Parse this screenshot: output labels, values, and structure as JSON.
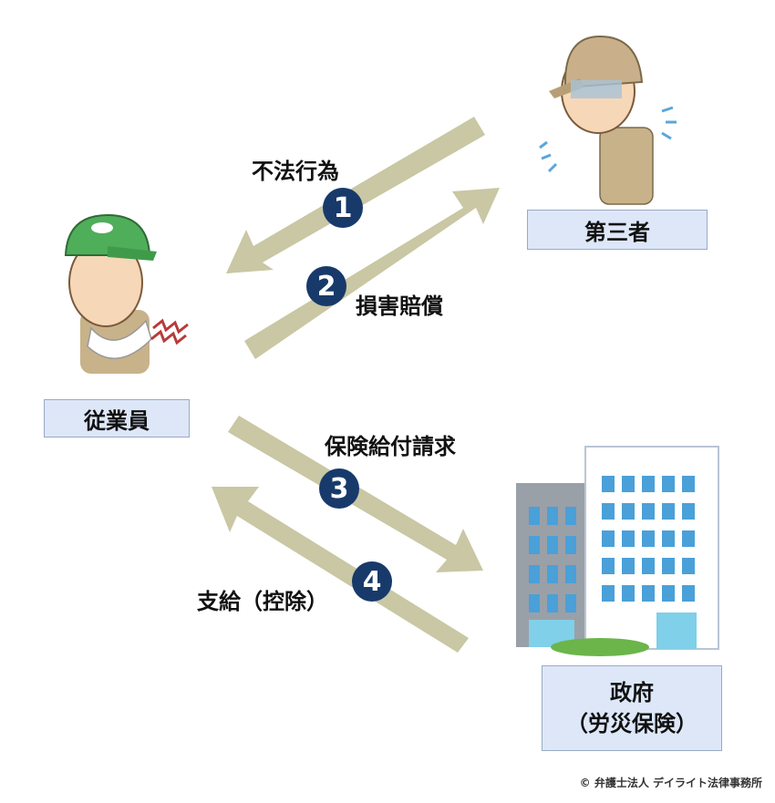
{
  "actors": {
    "employee": "従業員",
    "third_party": "第三者",
    "government_line1": "政府",
    "government_line2": "（労災保険）"
  },
  "steps": [
    {
      "number": "1",
      "label": "不法行為"
    },
    {
      "number": "2",
      "label": "損害賠償"
    },
    {
      "number": "3",
      "label": "保険給付請求"
    },
    {
      "number": "4",
      "label": "支給（控除）"
    }
  ],
  "copyright": "© 弁護士法人 デイライト法律事務所",
  "colors": {
    "arrow": "#c9c7a4",
    "badge": "#183a6b",
    "label_box": "#dde7f8"
  }
}
